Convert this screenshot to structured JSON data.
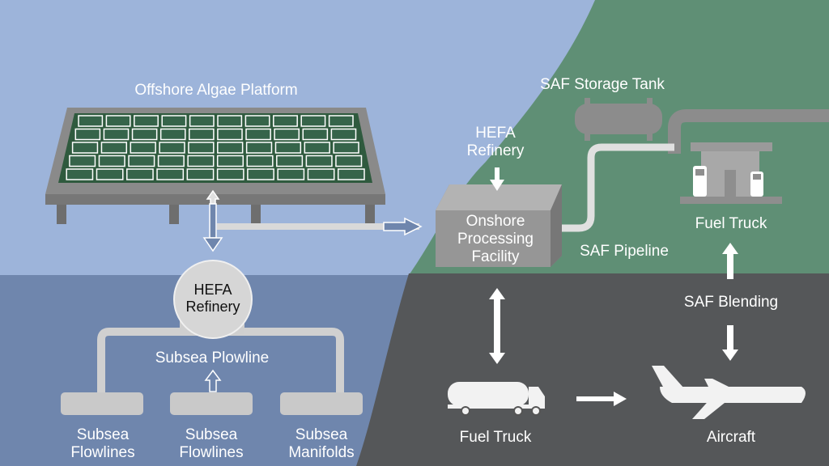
{
  "labels": {
    "platform": "Offshore Algae Platform",
    "hefa_offshore_1": "HEFA",
    "hefa_offshore_2": "Refinery",
    "subsea_plowline": "Subsea Plowline",
    "subsea_flowlines_a_1": "Subsea",
    "subsea_flowlines_a_2": "Flowlines",
    "subsea_flowlines_b_1": "Subsea",
    "subsea_flowlines_b_2": "Flowlines",
    "subsea_manifolds_1": "Subsea",
    "subsea_manifolds_2": "Manifolds",
    "storage_tank": "SAF Storage Tank",
    "hefa_onshore_1": "HEFA",
    "hefa_onshore_2": "Refinery",
    "onshore_1": "Onshore",
    "onshore_2": "Processing",
    "onshore_3": "Facility",
    "pipeline": "SAF Pipeline",
    "fuel_station": "Fuel Truck",
    "blending": "SAF Blending",
    "fuel_truck": "Fuel Truck",
    "aircraft": "Aircraft"
  },
  "colors": {
    "sky": "#9db4da",
    "sea": "#6f86ad",
    "land": "#5f8f75",
    "ground": "#555759",
    "algae": "#2f5a3e"
  }
}
